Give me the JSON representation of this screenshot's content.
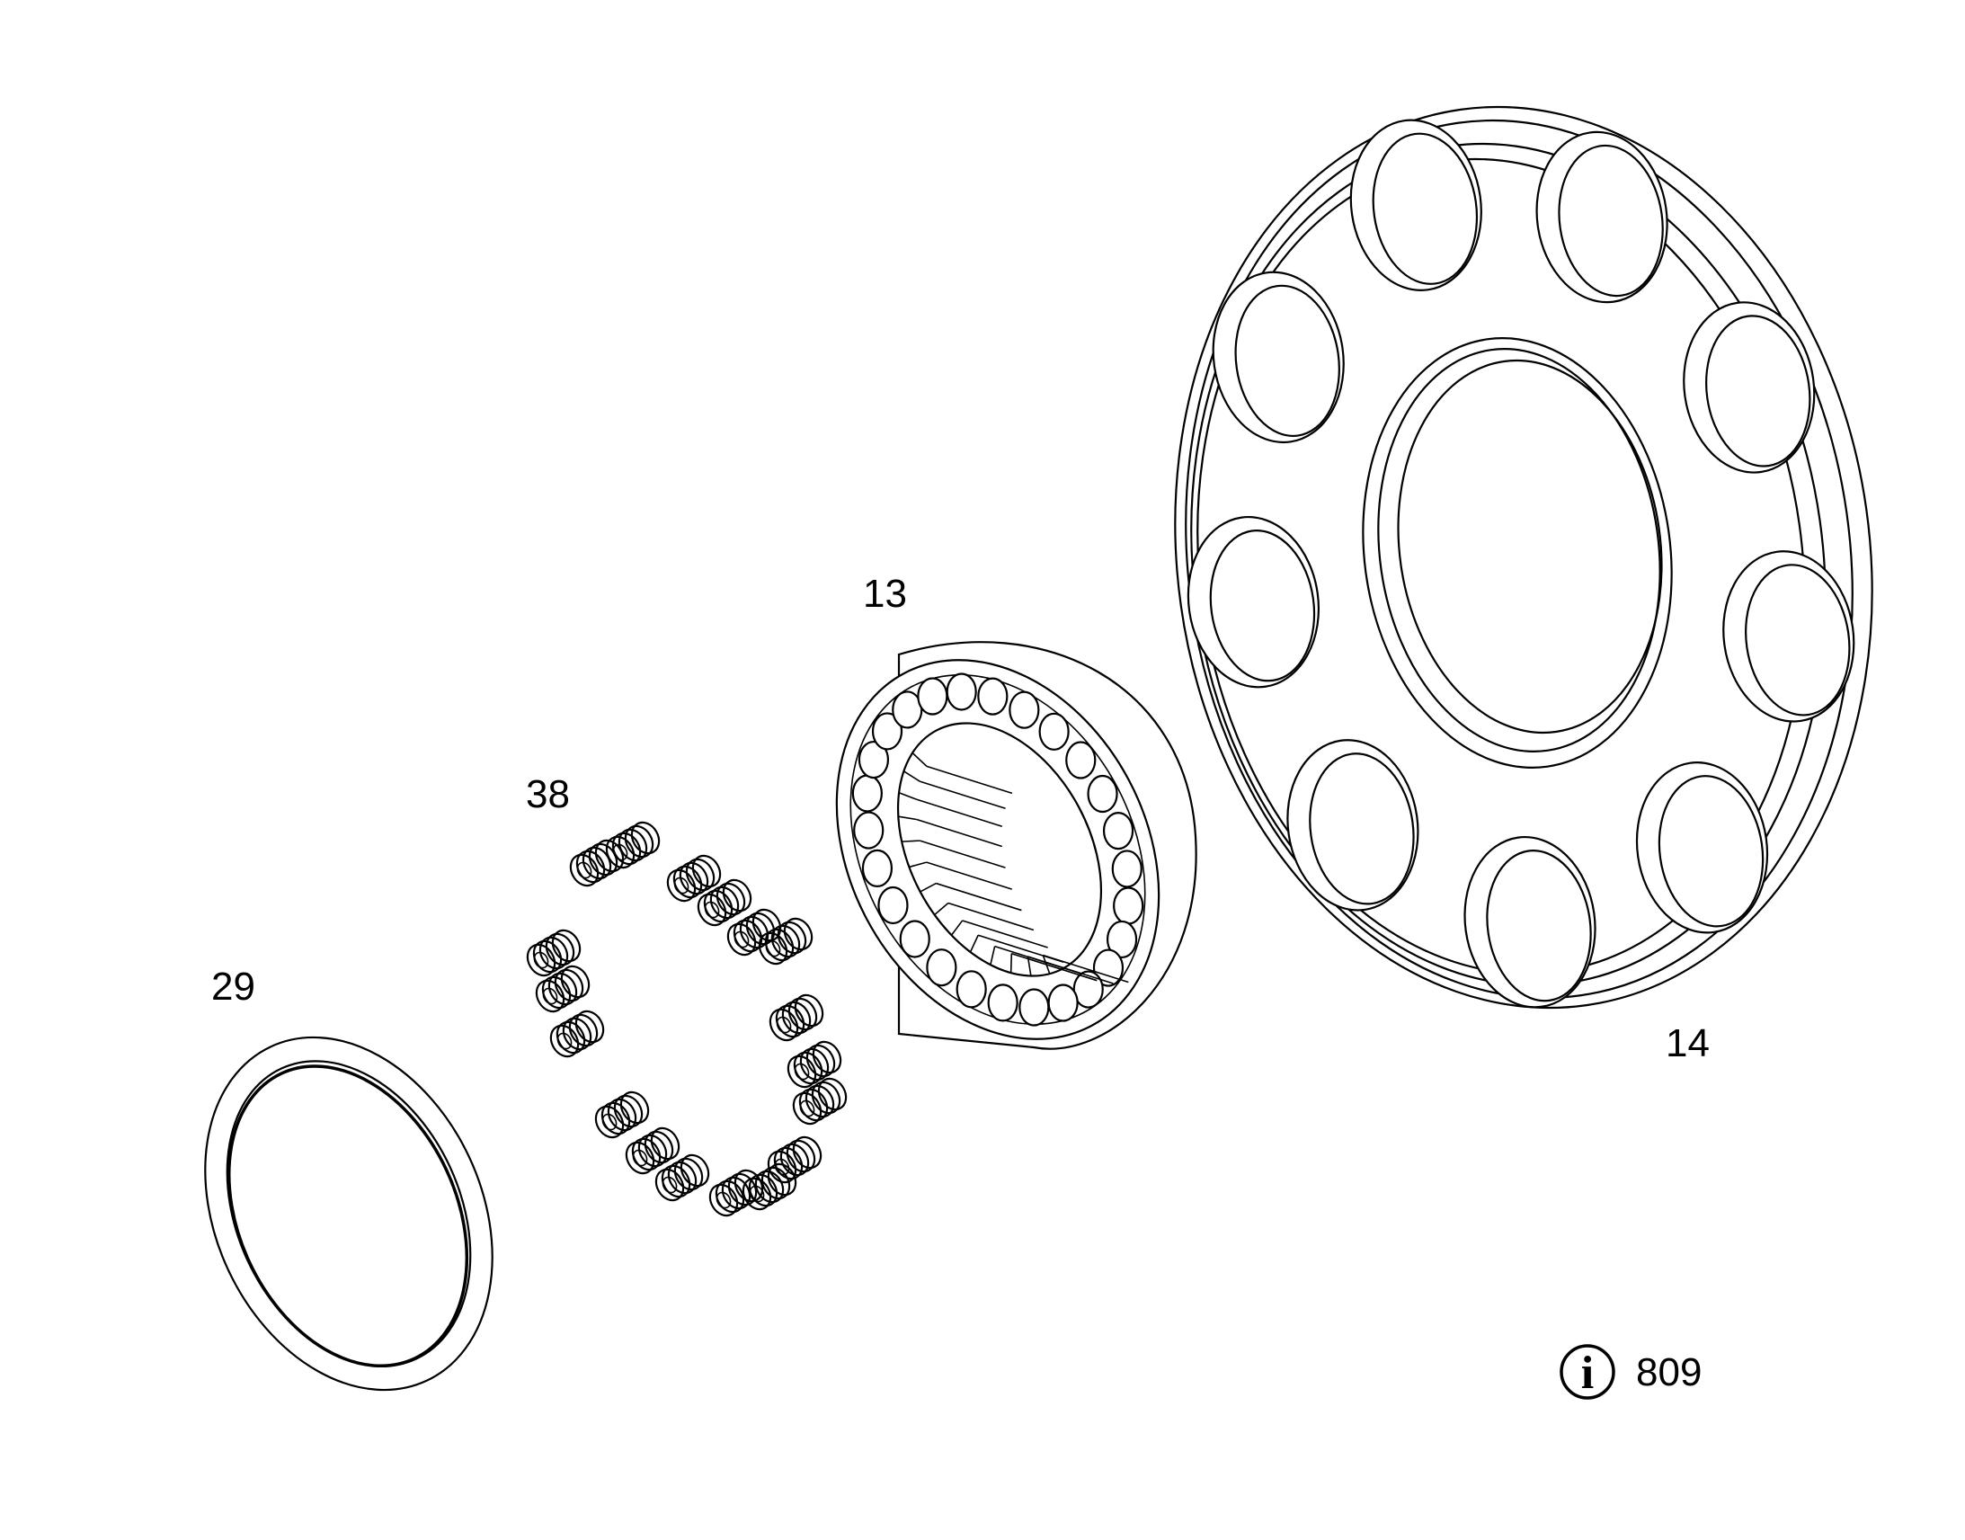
{
  "callouts": {
    "shim_ring": "29",
    "springs": "38",
    "cylinder_block": "13",
    "valve_plate": "14"
  },
  "reference": {
    "icon": "info-icon",
    "code": "809"
  }
}
